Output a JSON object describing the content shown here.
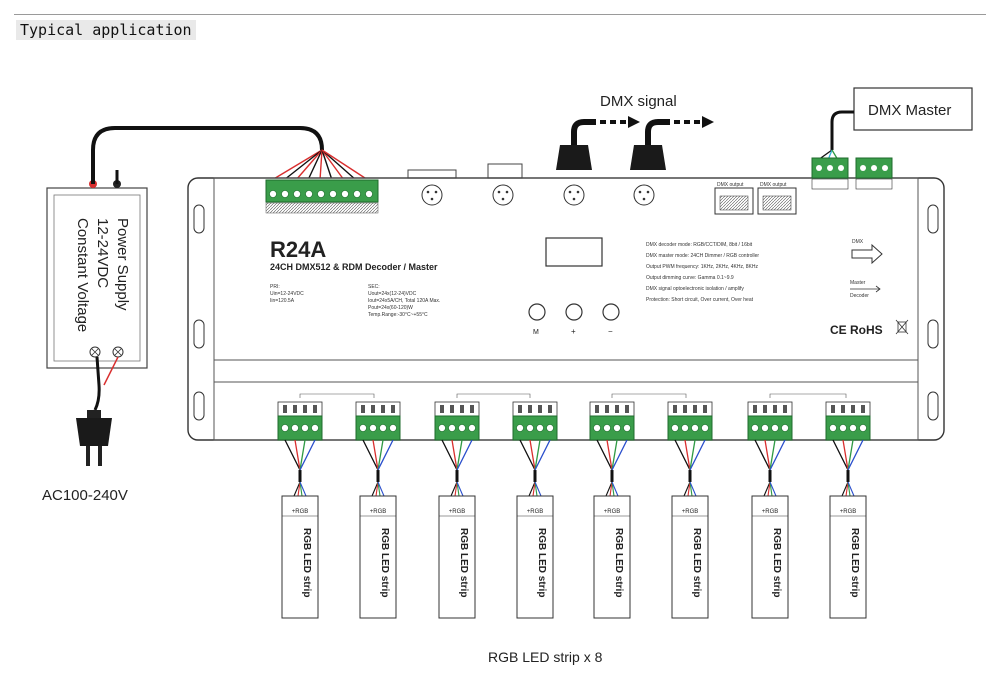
{
  "header": {
    "title": "Typical application"
  },
  "power_supply": {
    "lines": [
      "Power Supply",
      "12-24VDC",
      "Constant Voltage"
    ],
    "input": "AC100-240V"
  },
  "dmx": {
    "signal_label": "DMX signal",
    "master_label": "DMX Master"
  },
  "device": {
    "model": "R24A",
    "subtitle": "24CH DMX512 & RDM Decoder / Master",
    "pri": [
      "PRI:",
      "Uin=12-24VDC",
      "Iin=120.5A"
    ],
    "sec": [
      "SEC:",
      "Uout=24x(12-24)VDC",
      "Iout=24x5A/CH, Total 120A Max.",
      "Pout=24x(60-120)W",
      "Temp.Range:-30°C~+55°C"
    ],
    "specs": [
      "DMX decoder mode: RGB/CCT/DIM, 8bit / 16bit",
      "DMX master mode: 24CH Dimmer / RGB controller",
      "Output PWM frequency: 1KHz, 2KHz, 4KHz, 8KHz",
      "Output dimming curve: Gamma 0.1~9.9",
      "DMX signal optoelectronic isolation / amplify",
      "Protection: Short circuit, Over current, Over heat"
    ],
    "buttons": [
      "M",
      "+",
      "−"
    ],
    "cert": "CE RoHS",
    "ports": [
      "DMX output",
      "DMX output"
    ],
    "direction": [
      "DMX",
      "Master",
      "Decoder"
    ]
  },
  "strips": {
    "label": "RGB LED strip",
    "pins": "+RGB",
    "caption": "RGB LED strip x 8"
  },
  "colors": {
    "line": "#1a1a1a",
    "terminal": "#3a9d4a",
    "red": "#d92f2f",
    "cyan": "#35b4d8",
    "green": "#2f9a44",
    "blue": "#2a4fcc"
  }
}
